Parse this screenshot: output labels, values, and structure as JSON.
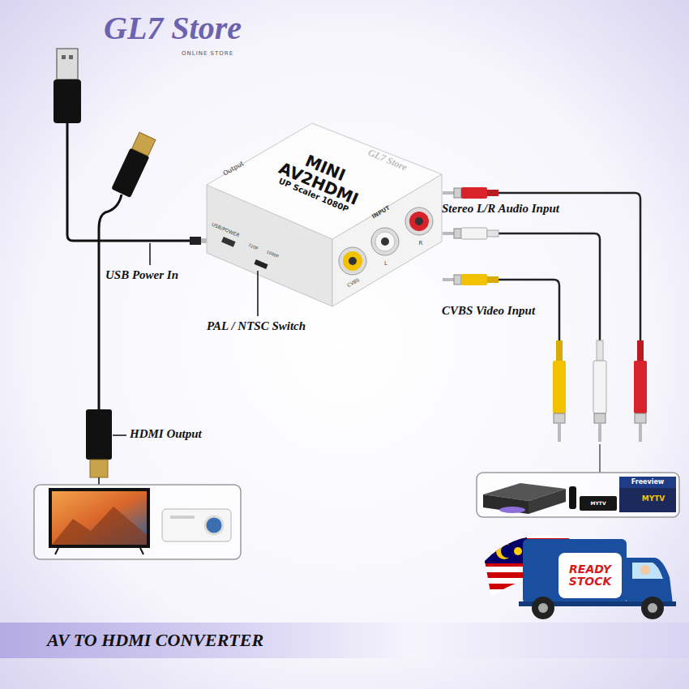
{
  "diagram": {
    "nodes": [
      {
        "text": [
          "MINI",
          "AV2HDMI",
          "UP Scaler 1080P"
        ]
      },
      {
        "text": [
          "AV TO HDMI CONVERTER"
        ]
      }
    ],
    "labels": [
      "GL7 Store",
      "ONLINE STORE",
      "Output",
      "INPUT",
      "USB/POWER",
      "720P",
      "1080P",
      "CVBS",
      "L",
      "R",
      "GL7 Store",
      "Stereo L/R Audio Input",
      "CVBS Video Input",
      "USB Power In",
      "PAL / NTSC Switch",
      "HDMI Output",
      "Freeview",
      "MYTV",
      "MYTV",
      "READY STOCK"
    ]
  }
}
